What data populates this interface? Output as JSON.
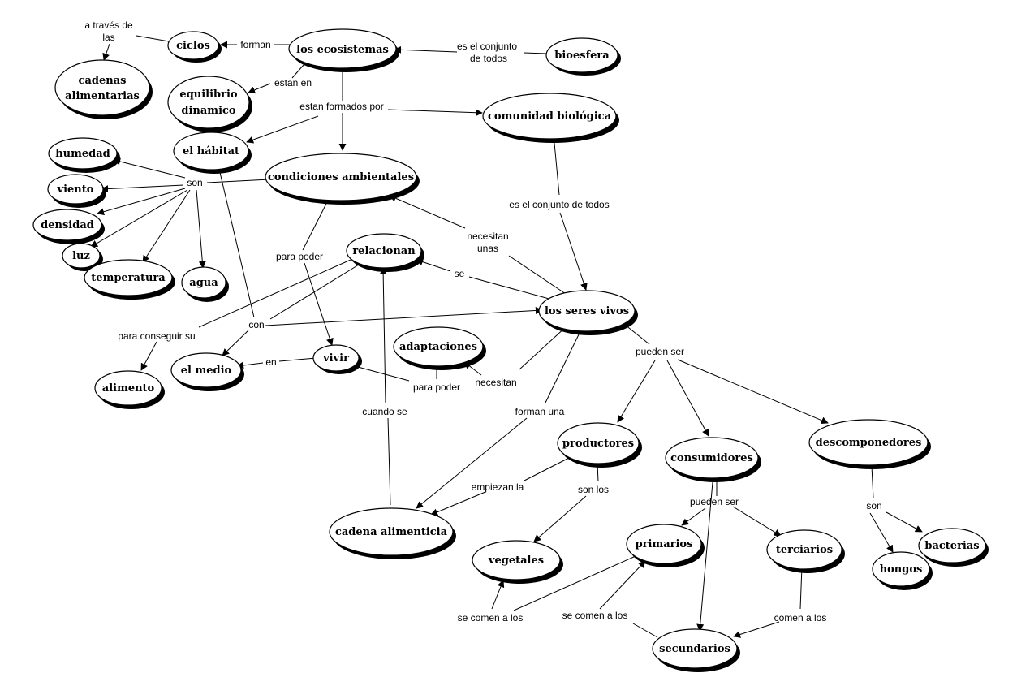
{
  "nodes": {
    "ecosistemas": "los ecosistemas",
    "ciclos": "ciclos",
    "bioesfera": "bioesfera",
    "cadenas_l1": "cadenas",
    "cadenas_l2": "alimentarias",
    "equilibrio_l1": "equilibrio",
    "equilibrio_l2": "dinamico",
    "comunidad": "comunidad biológica",
    "habitat": "el hábitat",
    "condiciones": "condiciones ambientales",
    "humedad": "humedad",
    "viento": "viento",
    "densidad": "densidad",
    "luz": "luz",
    "temperatura": "temperatura",
    "agua": "agua",
    "relacionan": "relacionan",
    "seres_vivos": "los seres vivos",
    "adaptaciones": "adaptaciones",
    "vivir": "vivir",
    "el_medio": "el medio",
    "alimento": "alimento",
    "productores": "productores",
    "consumidores": "consumidores",
    "descomponedores": "descomponedores",
    "cadena_alimenticia": "cadena alimenticia",
    "vegetales": "vegetales",
    "primarios": "primarios",
    "terciarios": "terciarios",
    "secundarios": "secundarios",
    "bacterias": "bacterias",
    "hongos": "hongos"
  },
  "links": {
    "a_traves_l1": "a través de",
    "a_traves_l2": "las",
    "forman": "forman",
    "es_conjunto_l1": "es el conjunto",
    "es_conjunto_l2": "de todos",
    "estan_en": "estan en",
    "estan_formados": "estan formados por",
    "son": "son",
    "es_conjunto_todos": "es el conjunto de todos",
    "necesitan_unas_l1": "necesitan",
    "necesitan_unas_l2": "unas",
    "para_poder_1": "para poder",
    "se": "se",
    "con": "con",
    "para_conseguir": "para conseguir su",
    "en": "en",
    "para_poder_2": "para poder",
    "necesitan": "necesitan",
    "pueden_ser_1": "pueden ser",
    "cuando_se": "cuando se",
    "forman_una": "forman una",
    "empiezan_la": "empiezan la",
    "son_los": "son los",
    "pueden_ser_2": "pueden ser",
    "son_2": "son",
    "se_comen_1": "se comen a los",
    "se_comen_2": "se comen a los",
    "comen_a_los": "comen a los"
  }
}
